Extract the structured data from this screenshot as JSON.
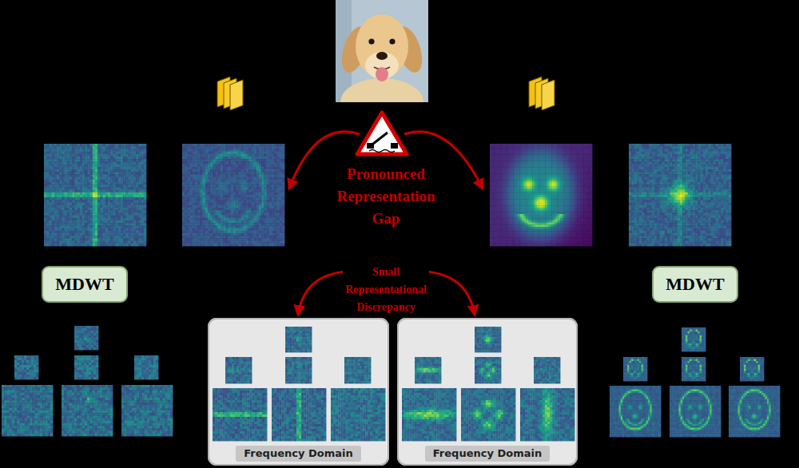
{
  "diagram": {
    "nodes": [
      {
        "text": [
          "MDWT"
        ]
      },
      {
        "text": [
          "MDWT"
        ]
      },
      {
        "text": [
          "Frequency Domain"
        ]
      },
      {
        "text": [
          "Frequency Domain"
        ]
      }
    ],
    "labels": [
      "Pronounced Representation Gap",
      "Small Representational Discrepancy"
    ]
  }
}
